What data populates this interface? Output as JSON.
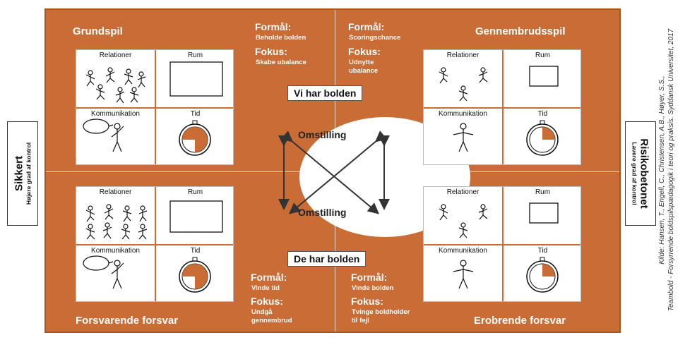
{
  "quadrants": {
    "top_left": {
      "title": "Grundspil"
    },
    "top_right": {
      "title": "Gennembrudsspil"
    },
    "bottom_left": {
      "title": "Forsvarende forsvar"
    },
    "bottom_right": {
      "title": "Erobrende forsvar"
    }
  },
  "goals": {
    "top_left": {
      "formaal_label": "Formål:",
      "formaal": "Beholde bolden",
      "fokus_label": "Fokus:",
      "fokus": [
        "Skabe ubalance"
      ]
    },
    "top_right": {
      "formaal_label": "Formål:",
      "formaal": "Scoringschance",
      "fokus_label": "Fokus:",
      "fokus": [
        "Udnytte",
        "ubalance"
      ]
    },
    "bottom_left": {
      "formaal_label": "Formål:",
      "formaal": "Vinde tid",
      "fokus_label": "Fokus:",
      "fokus": [
        "Undgå",
        "gennembrud"
      ]
    },
    "bottom_right": {
      "formaal_label": "Formål:",
      "formaal": "Vinde bolden",
      "fokus_label": "Fokus:",
      "fokus": [
        "Tvinge boldholder",
        "til fejl"
      ]
    }
  },
  "panel_labels": {
    "relationer": "Relationer",
    "rum": "Rum",
    "kommunikation": "Kommunikation",
    "tid": "Tid"
  },
  "banners": {
    "top": "Vi har bolden",
    "bottom": "De har bolden"
  },
  "center": {
    "top": "Omstilling",
    "bottom": "Omstilling"
  },
  "left_side": {
    "main": "Sikkert",
    "sub": "Højere grad af kontrol"
  },
  "right_side": {
    "main": "Risikobetonet",
    "sub": "Lavere grad af kontrol"
  },
  "source": {
    "line1": "Kilde: Hansen, T., Engell, C., Christensen, A.B., Høyer, S.S.,",
    "line2": "Teambold - Forsyrrende boldspilspædagogik i teori og praksis. Syddansk Universitet, 2017"
  },
  "colors": {
    "field": "#c96c35",
    "accent_fill": "#c96c35"
  }
}
